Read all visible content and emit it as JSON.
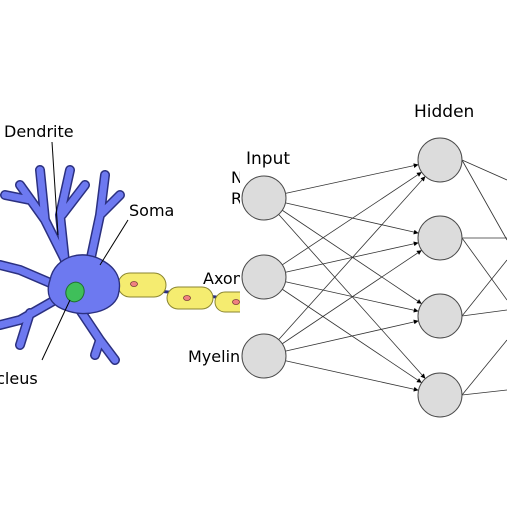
{
  "neuron": {
    "labels": {
      "dendrite": "Dendrite",
      "soma": "Soma",
      "nucleus": "Nucleus",
      "axon": "Axon",
      "myelin": "Myelin",
      "node": "N",
      "ranvier": "R"
    },
    "colors": {
      "body": "#6d79f0",
      "outline": "#2b3080",
      "nucleus": "#3fbf5a",
      "myelin": "#f5ec70",
      "myelin_outline": "#8a8530"
    }
  },
  "network": {
    "layers": [
      {
        "label": "Input",
        "nodes": 3
      },
      {
        "label": "Hidden",
        "nodes": 4
      }
    ],
    "colors": {
      "node": "#dcdcdc",
      "edge": "#333333"
    }
  }
}
